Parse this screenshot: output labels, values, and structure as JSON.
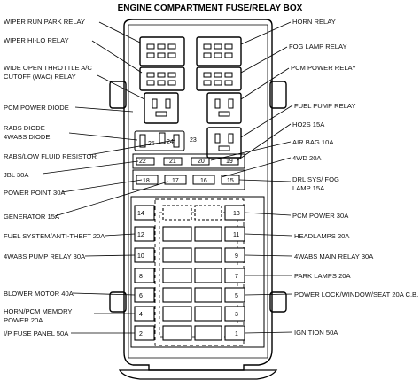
{
  "title": "ENGINE COMPARTMENT FUSE/RELAY BOX",
  "labels_left": [
    "WIPER RUN PARK RELAY",
    "WIPER HI-LO RELAY",
    "WIDE OPEN THROTTLE A/C",
    "CUTOFF (WAC) RELAY",
    "PCM POWER DIODE",
    "RABS DIODE",
    "4WABS DIODE",
    "RABS/LOW FLUID RESISTOR",
    "JBL 30A",
    "POWER POINT 30A",
    "GENERATOR 15A",
    "FUEL SYSTEM/ANTI-THEFT 20A",
    "4WABS PUMP RELAY 30A",
    "BLOWER MOTOR 40A",
    "HORN/PCM MEMORY",
    "POWER 20A",
    "I/P FUSE PANEL 50A"
  ],
  "labels_right": [
    "HORN RELAY",
    "FOG LAMP RELAY",
    "PCM POWER RELAY",
    "FUEL PUMP RELAY",
    "HO2S 15A",
    "AIR BAG 10A",
    "4WD 20A",
    "DRL SYS/ FOG",
    "LAMP 15A",
    "PCM POWER 30A",
    "HEADLAMPS 20A",
    "4WABS MAIN RELAY 30A",
    "PARK LAMPS 20A",
    "POWER LOCK/WINDOW/SEAT 20A C.B.",
    "IGNITION 50A"
  ],
  "fuse_numbers": {
    "top_row": [
      "22",
      "21",
      "20",
      "19"
    ],
    "second_row": [
      "18",
      "17",
      "16",
      "15"
    ],
    "diode_row": [
      "25",
      "24",
      "23"
    ],
    "left_col": [
      "14",
      "12",
      "10",
      "8",
      "6",
      "4",
      "2"
    ],
    "right_col": [
      "13",
      "11",
      "9",
      "7",
      "5",
      "3",
      "1"
    ]
  }
}
